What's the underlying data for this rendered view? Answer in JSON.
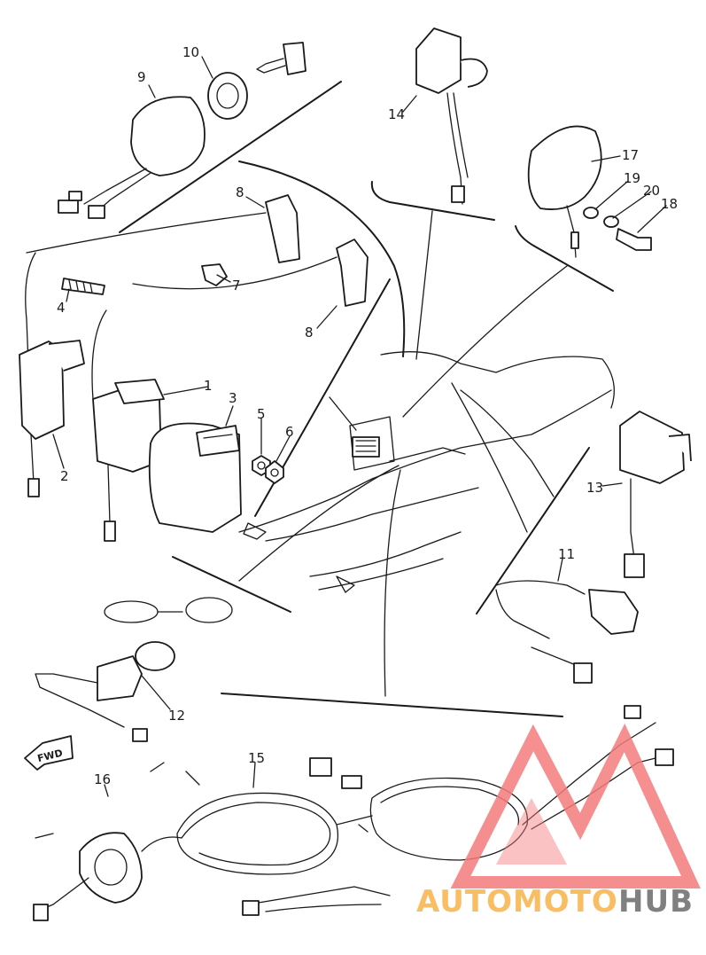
{
  "callouts": {
    "p1": "1",
    "p2": "2",
    "p3": "3",
    "p4": "4",
    "p5": "5",
    "p6": "6",
    "p7": "7",
    "p8a": "8",
    "p8b": "8",
    "p9": "9",
    "p10": "10",
    "p11": "11",
    "p12": "12",
    "p13": "13",
    "p14": "14",
    "p15": "15",
    "p16": "16",
    "p17": "17",
    "p18": "18",
    "p19": "19",
    "p20": "20"
  },
  "fwd_label": "FWD",
  "watermark": {
    "part1": "AUTOMOTO",
    "part2": "HUB",
    "color_main": "#f47c7c",
    "color_accent": "#f9b24a",
    "color_dark": "#6b6b6b"
  },
  "colors": {
    "ink": "#1a1a1a",
    "paper": "#ffffff"
  }
}
